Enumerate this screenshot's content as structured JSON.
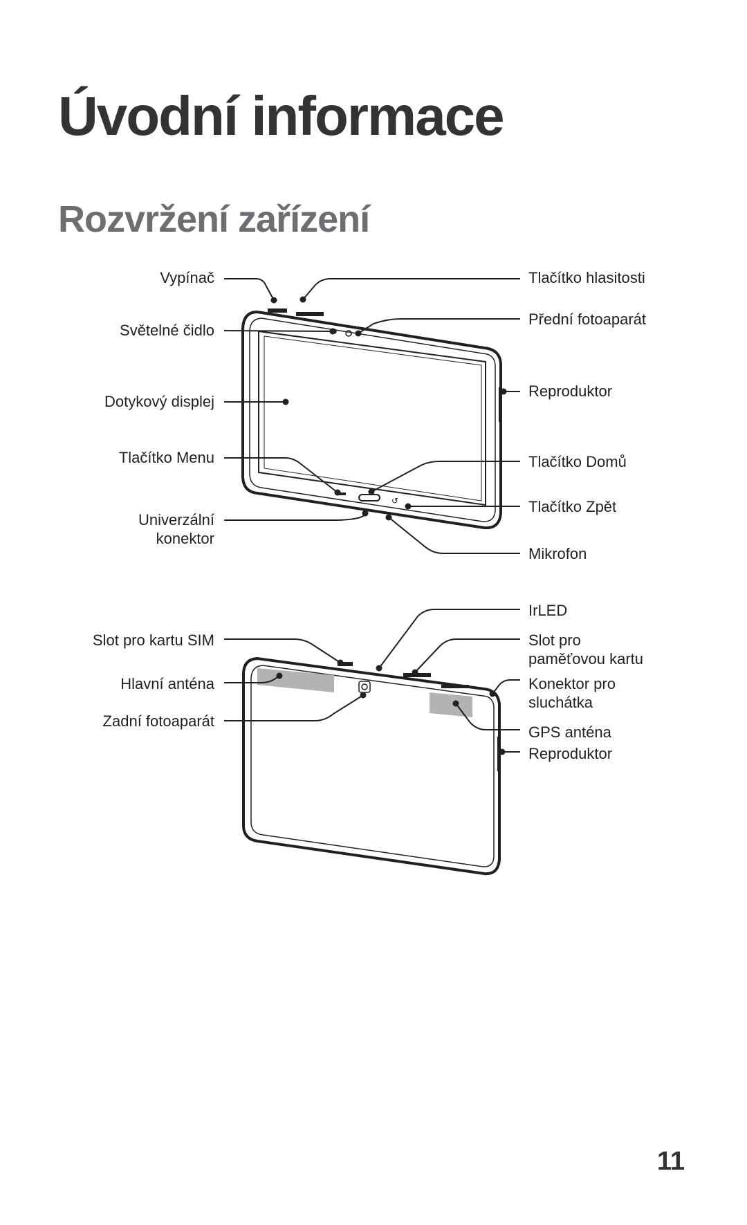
{
  "page": {
    "title": "Úvodní informace",
    "section": "Rozvržení zařízení",
    "page_number": "11"
  },
  "front_labels": {
    "power": "Vypínač",
    "light_sensor": "Světelné čidlo",
    "touchscreen": "Dotykový displej",
    "menu_button": "Tlačítko Menu",
    "connector_line1": "Univerzální",
    "connector_line2": "konektor",
    "volume": "Tlačítko hlasitosti",
    "front_camera": "Přední fotoaparát",
    "speaker": "Reproduktor",
    "home_button": "Tlačítko Domů",
    "back_button": "Tlačítko Zpět",
    "microphone": "Mikrofon"
  },
  "back_labels": {
    "irled": "IrLED",
    "sim_slot": "Slot pro kartu SIM",
    "main_antenna": "Hlavní anténa",
    "rear_camera": "Zadní fotoaparát",
    "memcard_line1": "Slot pro",
    "memcard_line2": "paměťovou kartu",
    "headset_line1": "Konektor pro",
    "headset_line2": "sluchátka",
    "gps_antenna": "GPS anténa",
    "speaker": "Reproduktor"
  }
}
